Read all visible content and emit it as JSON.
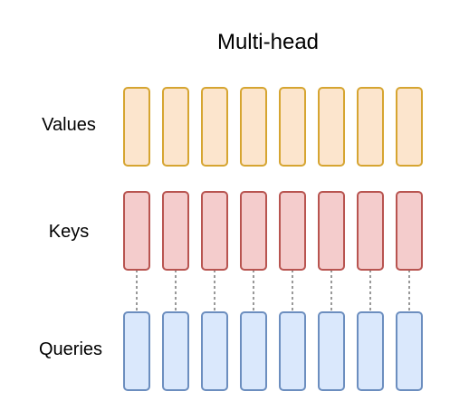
{
  "title": "Multi-head",
  "heads": 8,
  "rows": [
    {
      "id": "values",
      "label": "Values",
      "fill": "#fce5cd",
      "stroke": "#d6a531"
    },
    {
      "id": "keys",
      "label": "Keys",
      "fill": "#f4cccc",
      "stroke": "#b85450"
    },
    {
      "id": "queries",
      "label": "Queries",
      "fill": "#dae8fc",
      "stroke": "#6c8ebf"
    }
  ],
  "connectors": {
    "from": "queries",
    "to": "keys",
    "style": "dashed",
    "color": "#333333"
  }
}
